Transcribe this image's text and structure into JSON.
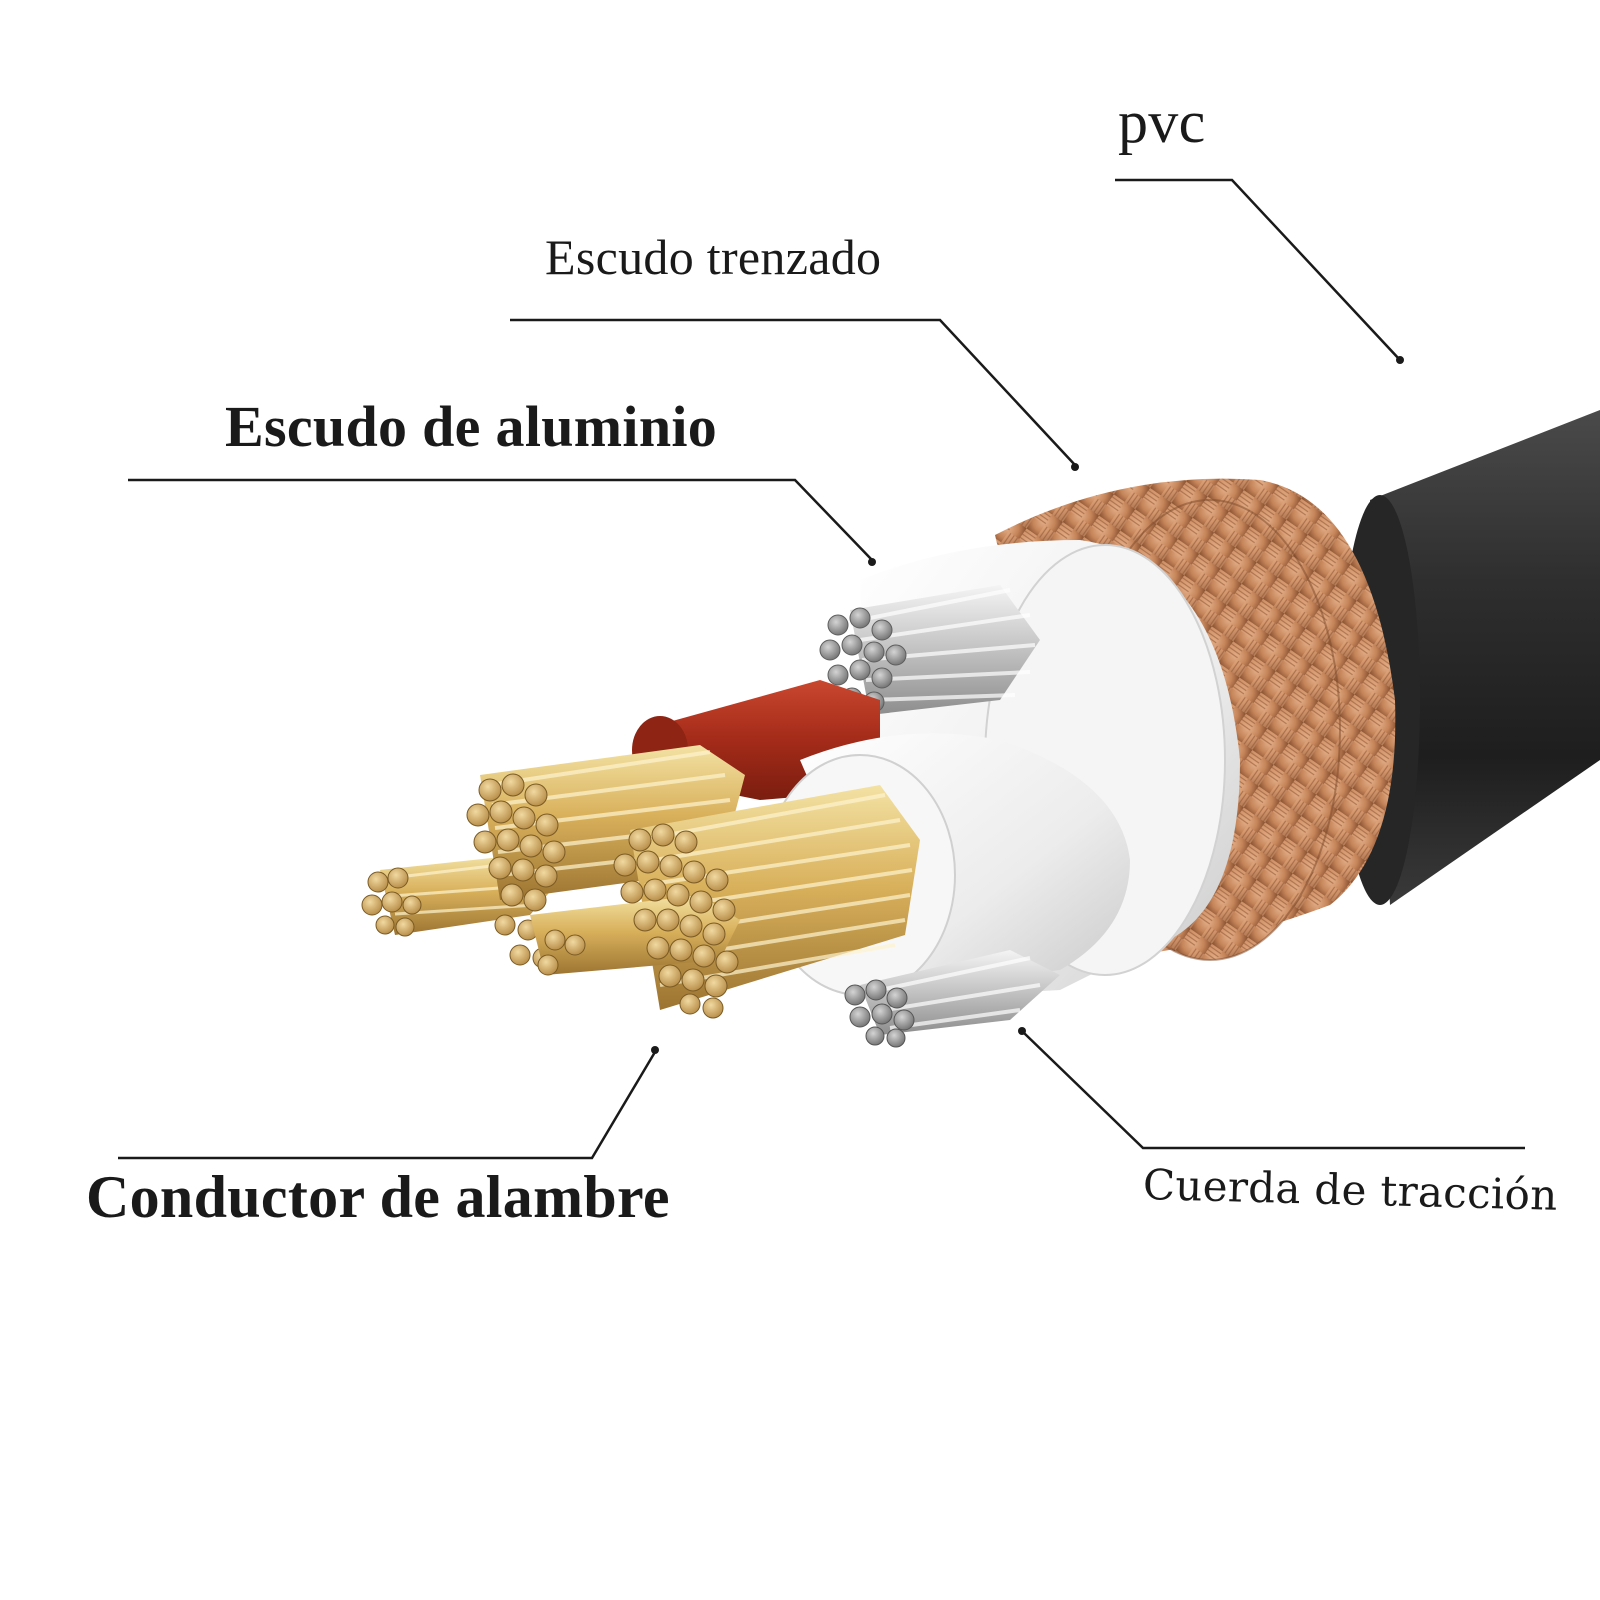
{
  "labels": {
    "pvc": "pvc",
    "escudo_trenzado": "Escudo trenzado",
    "escudo_aluminio": "Escudo de aluminio",
    "conductor": "Conductor de alambre",
    "cuerda": "Cuerda de tracción"
  },
  "colors": {
    "background": "#ffffff",
    "jacket": "#2b2b2b",
    "braid": "#c98a5e",
    "foil": "#ececec",
    "insulation": "#f4f4f4",
    "red_insulation": "#b0301e",
    "copper": "#d8b56a",
    "silver": "#b8b8b8",
    "leader_line": "#1a1a1a"
  }
}
